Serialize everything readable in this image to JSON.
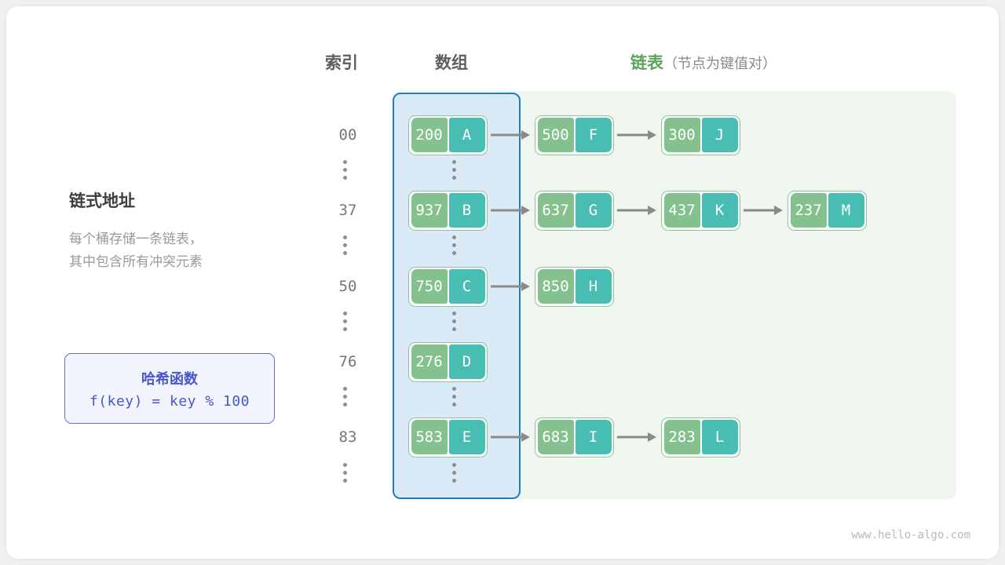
{
  "headers": {
    "index": "索引",
    "array": "数组",
    "list_main": "链表",
    "list_sub": "（节点为键值对）"
  },
  "explanation": {
    "title": "链式地址",
    "line1": "每个桶存储一条链表，",
    "line2": "其中包含所有冲突元素"
  },
  "hash_box": {
    "title": "哈希函数",
    "formula": "f(key) = key % 100"
  },
  "colors": {
    "key_cell": "#85c18f",
    "value_cell": "#48bdb2",
    "node_border": "#8cc596",
    "array_region_bg": "#dbeaf7",
    "array_region_border": "#1f7fc4",
    "list_region_bg": "#eef6ef",
    "list_header": "#5ba35f",
    "hash_box_border": "#5b72d8",
    "hash_box_text": "#4757c9",
    "arrow": "#8a8a8a"
  },
  "buckets": [
    {
      "index": "00",
      "nodes": [
        {
          "key": "200",
          "value": "A"
        },
        {
          "key": "500",
          "value": "F"
        },
        {
          "key": "300",
          "value": "J"
        }
      ]
    },
    {
      "index": "37",
      "nodes": [
        {
          "key": "937",
          "value": "B"
        },
        {
          "key": "637",
          "value": "G"
        },
        {
          "key": "437",
          "value": "K"
        },
        {
          "key": "237",
          "value": "M"
        }
      ]
    },
    {
      "index": "50",
      "nodes": [
        {
          "key": "750",
          "value": "C"
        },
        {
          "key": "850",
          "value": "H"
        }
      ]
    },
    {
      "index": "76",
      "nodes": [
        {
          "key": "276",
          "value": "D"
        }
      ]
    },
    {
      "index": "83",
      "nodes": [
        {
          "key": "583",
          "value": "E"
        },
        {
          "key": "683",
          "value": "I"
        },
        {
          "key": "283",
          "value": "L"
        }
      ]
    }
  ],
  "footer": "www.hello-algo.com"
}
